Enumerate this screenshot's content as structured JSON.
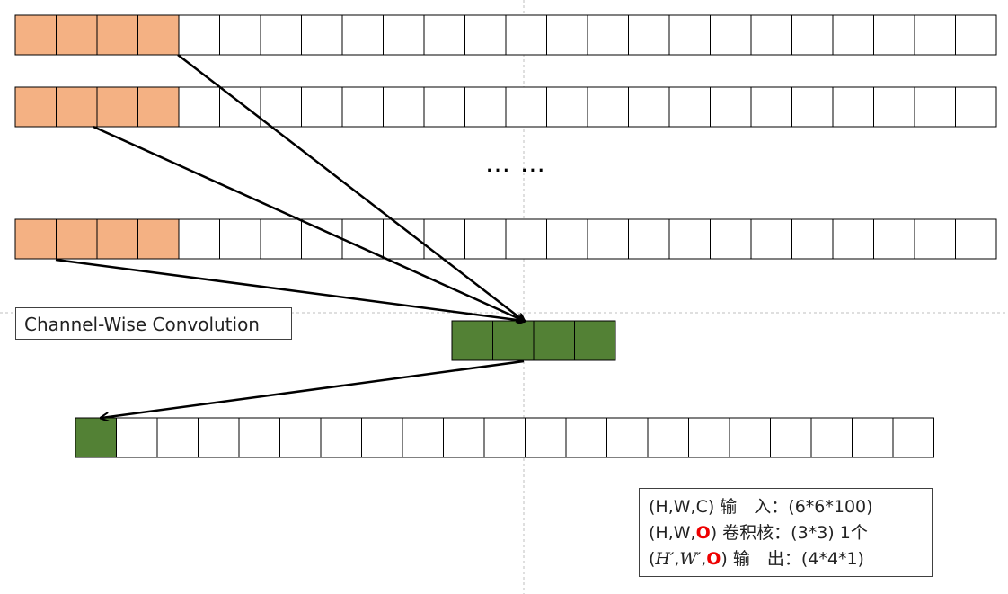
{
  "diagram": {
    "input_row_cells": 24,
    "input_row_highlight_count": 4,
    "kernel_cells": 4,
    "output_row_cells": 21,
    "output_row_highlight_count": 1,
    "colors": {
      "input_highlight": "#f4b183",
      "kernel": "#538135",
      "output_highlight": "#538135",
      "cell_border": "#000000",
      "guide_line": "#bfbfbf",
      "arrow": "#000000"
    },
    "ellipsis": "… …",
    "conv_label": "Channel-Wise Convolution"
  },
  "info": {
    "line1": {
      "prefix": "(H,W,C) 输　入：(6*6*100)"
    },
    "line2": {
      "pre": "(H,W,",
      "red": "O",
      "post": ") 卷积核：(3*3)  1个"
    },
    "line3": {
      "open": "(",
      "hvar": "H′",
      "comma": ",",
      "wvar": "W′",
      "comma2": ",",
      "red": "O",
      "post": ") 输　出：(4*4*1)"
    }
  }
}
